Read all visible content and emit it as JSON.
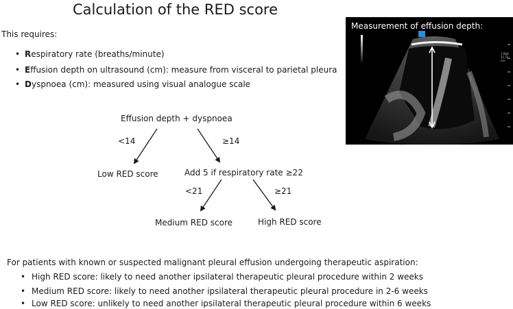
{
  "title": "Calculation of the RED score",
  "intro": "This requires:",
  "requirements": [
    {
      "bold": "R",
      "rest": "espiratory rate (breaths/minute)"
    },
    {
      "bold": "E",
      "rest": "ffusion depth on ultrasound (cm): measure from visceral to parietal pleura"
    },
    {
      "bold": "D",
      "rest": "yspnoea (cm): measured using visual analogue scale"
    }
  ],
  "flow": {
    "root": "Effusion depth + dyspnoea",
    "left_edge": "<14",
    "right_edge": "≥14",
    "low": "Low RED score",
    "mid_step": "Add 5 if respiratory rate ≥22",
    "left_edge2": "<21",
    "right_edge2": "≥21",
    "medium": "Medium RED score",
    "high": "High RED score"
  },
  "ultrasound": {
    "caption": "Measurement of effusion depth:",
    "legend": "1 Dist 11.72 cm"
  },
  "bottom_intro": "For patients with known or suspected malignant pleural effusion undergoing therapeutic aspiration:",
  "outcomes": [
    "High RED score: likely to need another ipsilateral therapeutic pleural procedure within 2 weeks",
    "Medium RED score: likely to need another ipsilateral therapeutic pleural procedure in 2-6 weeks",
    "Low RED score: unlikely to need another ipsilateral therapeutic pleural procedure within 6 weeks"
  ]
}
